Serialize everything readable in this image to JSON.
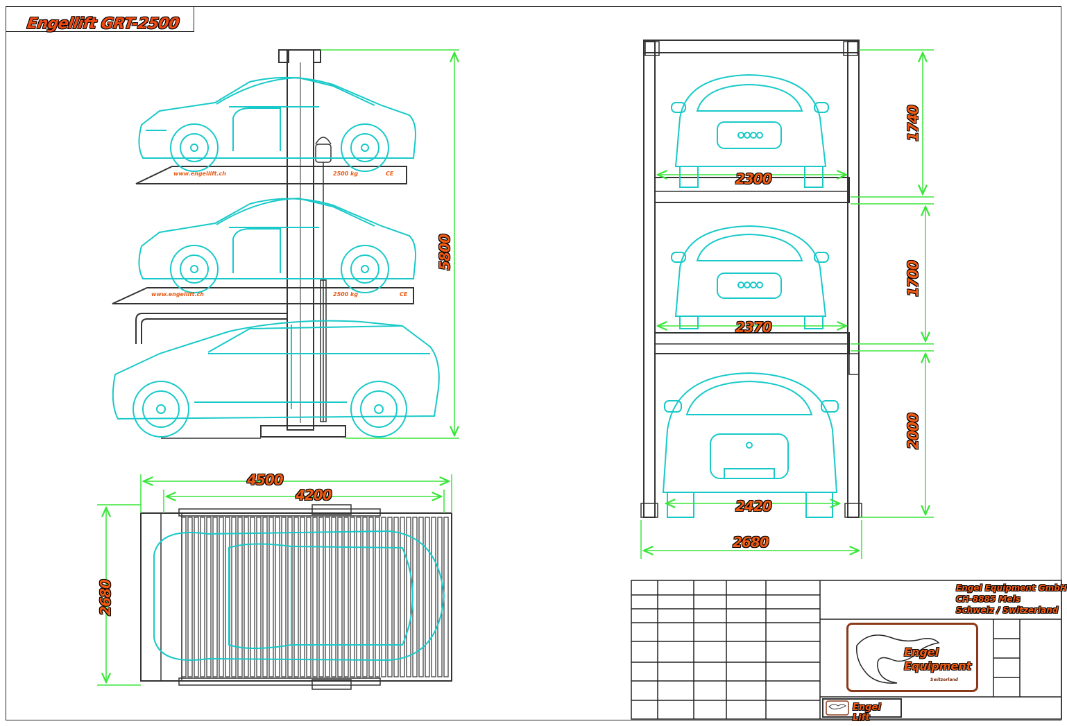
{
  "title": "Engellift GRT-2500",
  "side_view": {
    "height_dim": "5800",
    "platform_upper": {
      "website": "www.engellift.ch",
      "load": "2500 kg",
      "mark": "CE"
    },
    "platform_lower": {
      "website": "www.engellift.ch",
      "load": "2500 kg",
      "mark": "CE"
    }
  },
  "top_view": {
    "length_outer": "4500",
    "length_inner": "4200",
    "width": "2680"
  },
  "front_view": {
    "level_heights": [
      "1740",
      "1700",
      "2000"
    ],
    "platform_widths": [
      "2300",
      "2370",
      "2420"
    ],
    "overall_width": "2680"
  },
  "title_block": {
    "company_lines": [
      "Engel Equipment GmbH",
      "CH-8885    Mels",
      "Schweiz / Switzerland"
    ],
    "logo_lines": [
      "Engel",
      "Equipment"
    ],
    "logo_sub": "Switzerland",
    "badge": "Engel Lift"
  },
  "colors": {
    "car_outline": "#19c9c9",
    "dimension": "#39e639",
    "label": "#f05a12",
    "frame": "#333333"
  }
}
